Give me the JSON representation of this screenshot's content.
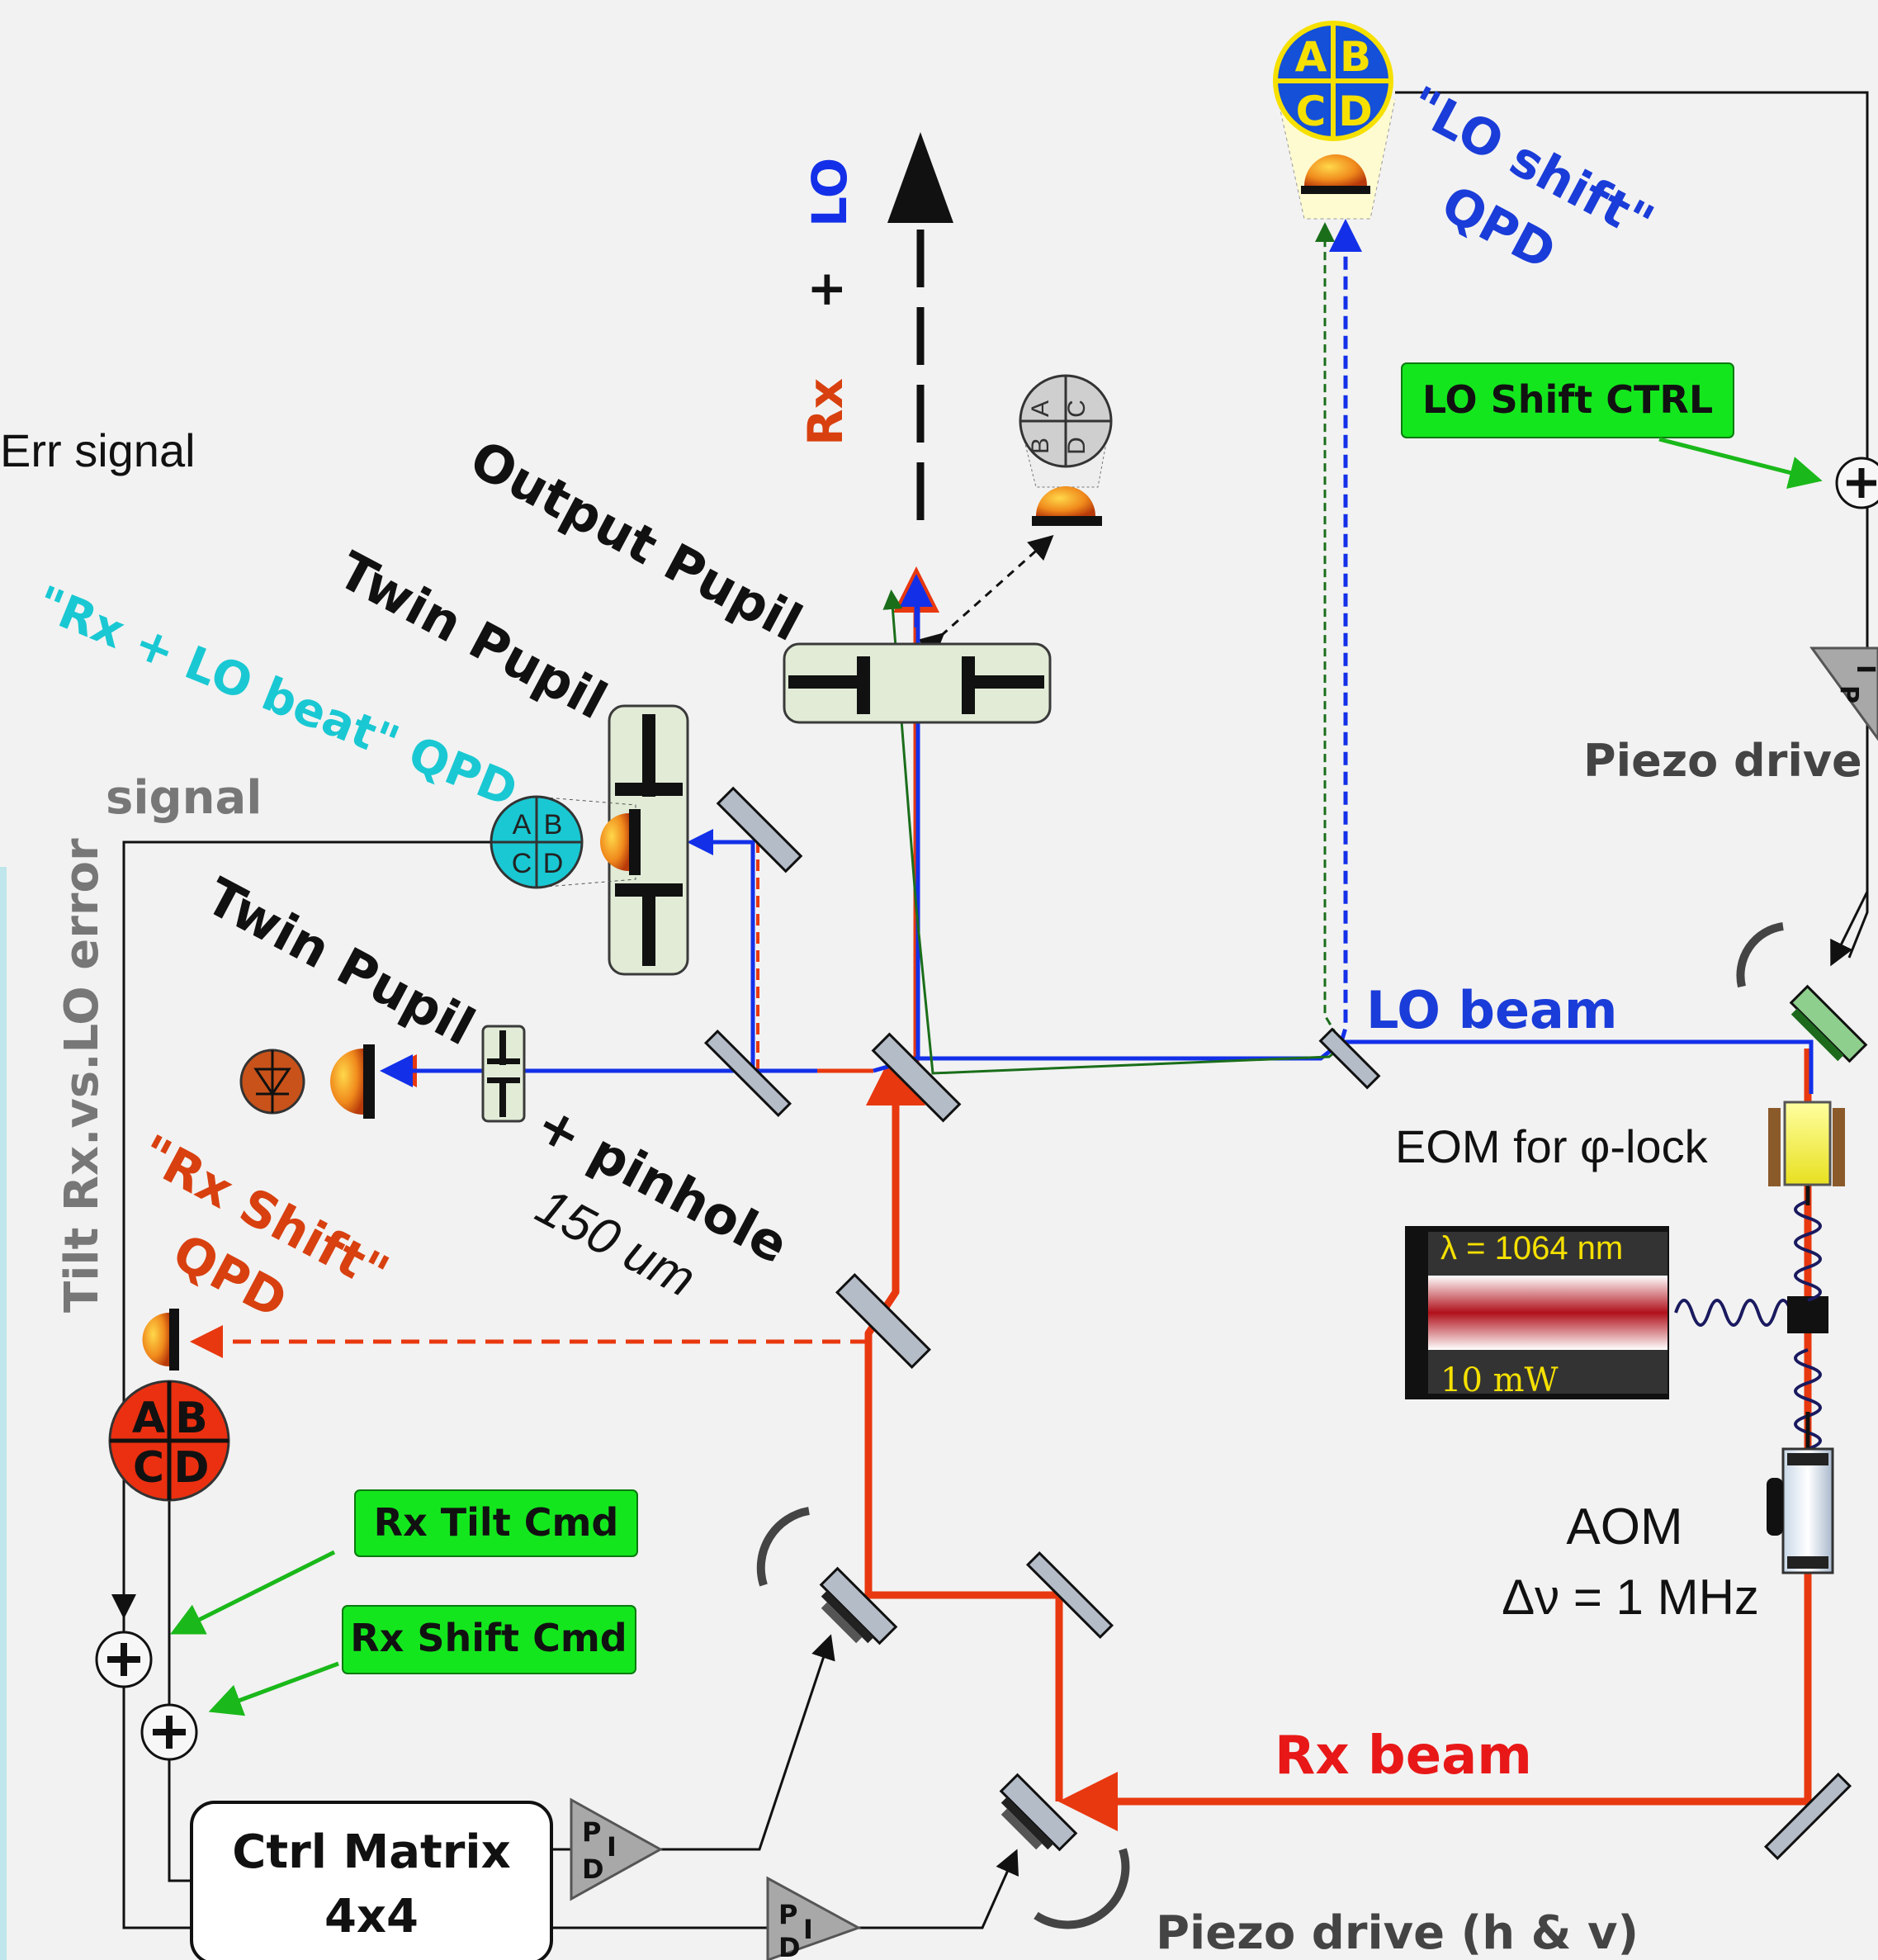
{
  "labels": {
    "err_signal": "Err signal",
    "rx_lo_beat_qpd": "\"Rx + LO beat\" QPD",
    "signal": "signal",
    "tilt_error": "Tilt Rx.vs.LO error",
    "output_pupil": "Output Pupil",
    "twin_pupil_top": "Twin Pupil",
    "twin_pupil_bottom": "Twin Pupil",
    "pinhole": "+ pinhole",
    "pinhole_size": "150 um",
    "rx_shift_qpd_line1": "\"Rx Shift\"",
    "rx_shift_qpd_line2": "QPD",
    "lo_shift_qpd_line1": "\"LO shift\"",
    "lo_shift_qpd_line2": "QPD",
    "lo_shift_ctrl": "LO Shift CTRL",
    "piezo_drive": "Piezo drive",
    "lo_beam": "LO beam",
    "eom": "EOM for φ-lock",
    "laser_wavelength": "λ = 1064 nm",
    "laser_power": "10 mW",
    "aom_line1": "AOM",
    "aom_line2": "Δν = 1 MHz",
    "rx_beam": "Rx beam",
    "rx_tilt_cmd": "Rx Tilt Cmd",
    "rx_shift_cmd": "Rx Shift Cmd",
    "ctrl_matrix_line1": "Ctrl Matrix",
    "ctrl_matrix_line2": "4x4",
    "piezo_drive_hv": "Piezo drive (h & v)",
    "output_rx": "Rx",
    "output_plus": "+",
    "output_lo": "LO",
    "pid_p": "P",
    "pid_i": "I",
    "pid_d": "D"
  },
  "qpd_quadrants": [
    "A",
    "B",
    "C",
    "D"
  ],
  "colors": {
    "rx_beam": "#e8380f",
    "lo_beam": "#1330e8",
    "lo_beam_label": "#1a3cd8",
    "beat_qpd": "#19c8d2",
    "rx_shift_label": "#d8400f",
    "green_box": "#14e61e",
    "green_arrow": "#1ab81a",
    "background": "#f2f2f2"
  }
}
